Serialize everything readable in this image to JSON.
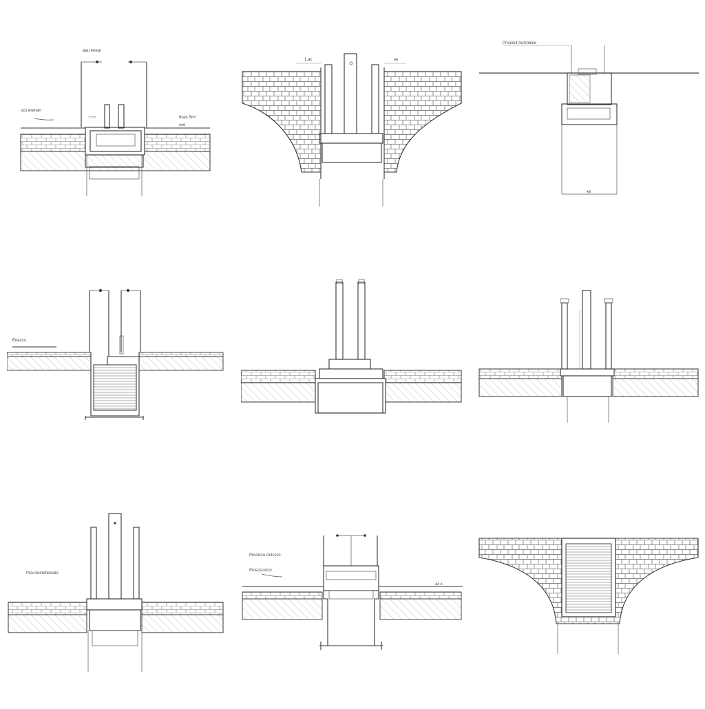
{
  "panels": [
    {
      "id": "detail-1",
      "labels": [
        "aau enear",
        "ucs erenan",
        "6ses 5m²",
        "ᴀᴀe"
      ]
    },
    {
      "id": "detail-2",
      "labels": [
        "1.ac",
        "ᴀe"
      ]
    },
    {
      "id": "detail-3",
      "labels": [
        "Prsuicut Autsmiioe",
        "ᴀe"
      ]
    },
    {
      "id": "detail-4",
      "labels": [
        "Eᴘaᴄᴄo"
      ]
    },
    {
      "id": "detail-5",
      "labels": []
    },
    {
      "id": "detail-6",
      "labels": []
    },
    {
      "id": "detail-7",
      "labels": [
        "Prai Aemehecuiio"
      ]
    },
    {
      "id": "detail-8",
      "labels": [
        "Prestcze Aᴜtsᴘᴄc",
        "Prᴄᴇᴄᴇᴄᴏᴄᴄᴄ",
        "ᴀᴀ ᴀ"
      ]
    },
    {
      "id": "detail-9",
      "labels": []
    }
  ]
}
